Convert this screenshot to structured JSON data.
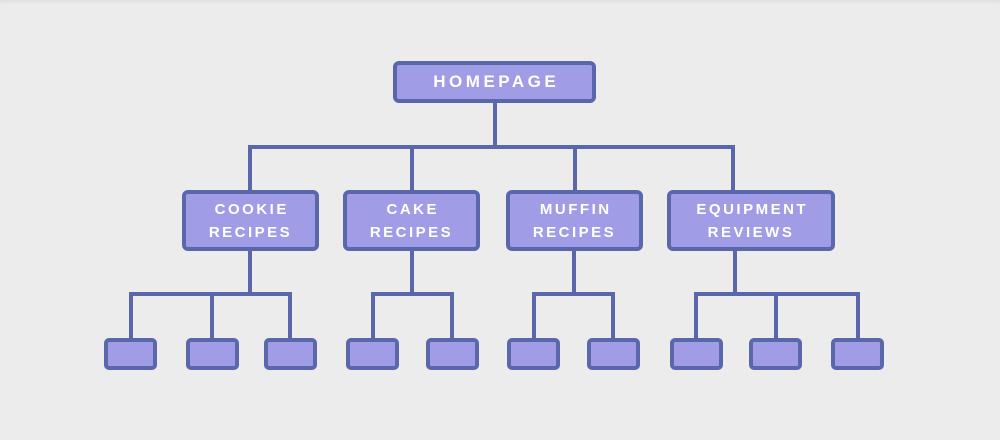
{
  "diagram": {
    "root": {
      "label": "HOMEPAGE"
    },
    "sections": [
      {
        "label": "COOKIE RECIPES",
        "pages": 3
      },
      {
        "label": "CAKE RECIPES",
        "pages": 2
      },
      {
        "label": "MUFFIN RECIPES",
        "pages": 2
      },
      {
        "label": "EQUIPMENT REVIEWS",
        "pages": 3
      }
    ],
    "colors": {
      "background": "#ececec",
      "node_fill": "#a19ce6",
      "node_border": "#5a68ab",
      "connector": "#5a68ab",
      "text": "#ffffff"
    }
  }
}
